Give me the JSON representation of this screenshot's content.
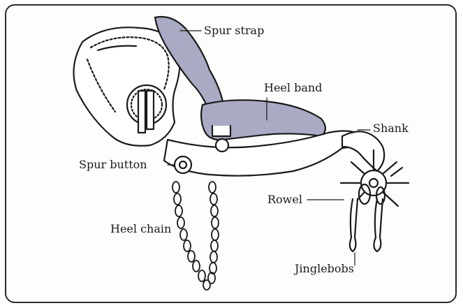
{
  "diagram": {
    "labels": {
      "spur_strap": "Spur strap",
      "heel_band": "Heel band",
      "shank": "Shank",
      "spur_button": "Spur button",
      "rowel": "Rowel",
      "heel_chain": "Heel chain",
      "jinglebobs": "Jinglebobs"
    }
  },
  "colors": {
    "ink": "#1a1a1a",
    "shade": "#a9abc4",
    "paper": "#fdfdfc"
  }
}
